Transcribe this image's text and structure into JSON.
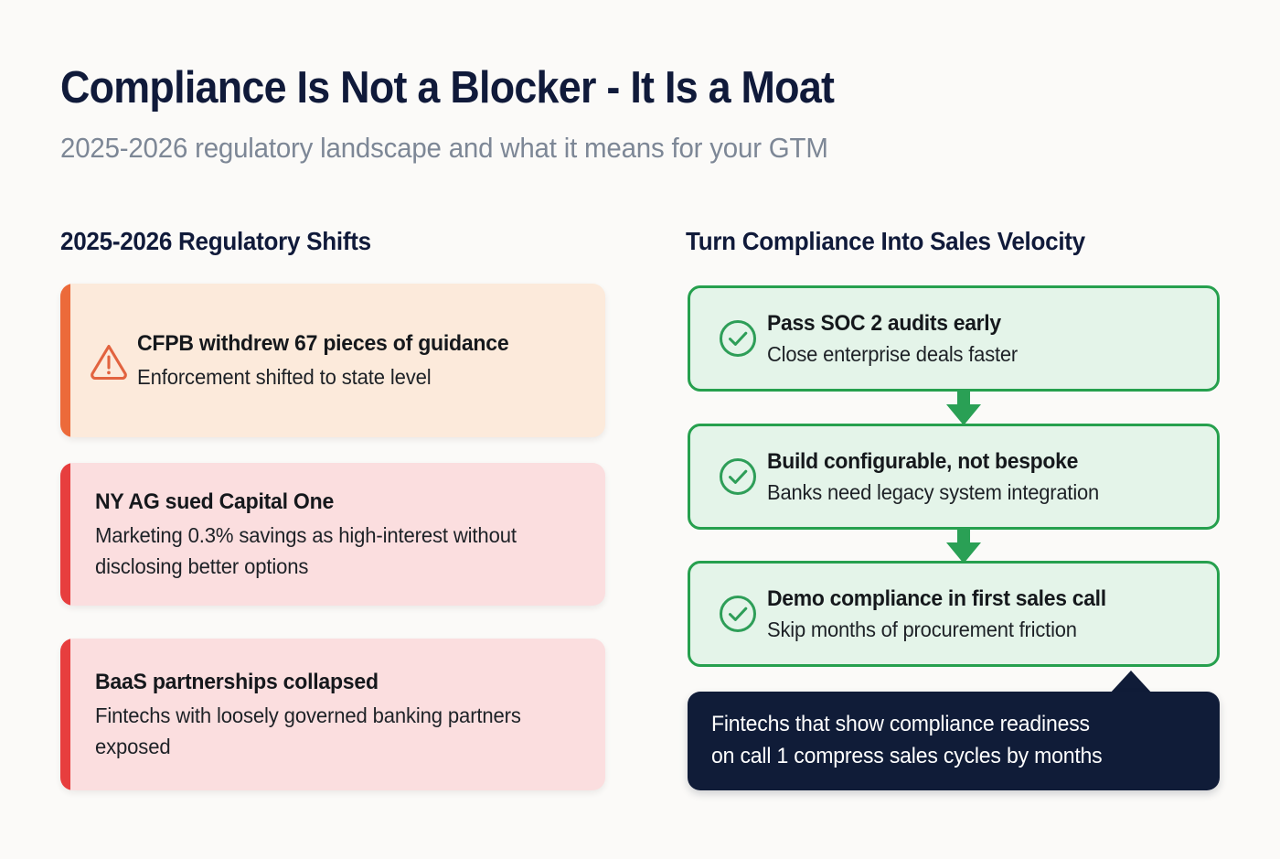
{
  "header": {
    "title": "Compliance Is Not a Blocker - It Is a Moat",
    "subtitle": "2025-2026 regulatory landscape and what it means for your GTM"
  },
  "left_column": {
    "heading": "2025-2026 Regulatory Shifts",
    "cards": [
      {
        "title": "CFPB withdrew 67 pieces of guidance",
        "description": "Enforcement shifted to state level",
        "icon": "warning-triangle-icon",
        "accent_color": "#ec6a3a",
        "background_color": "#fceadb",
        "has_icon": true
      },
      {
        "title": "NY AG sued Capital One",
        "description": "Marketing 0.3% savings as high-interest without disclosing better options",
        "icon": "",
        "accent_color": "#e73e3e",
        "background_color": "#fbdedf",
        "has_icon": false
      },
      {
        "title": "BaaS partnerships collapsed",
        "description": "Fintechs with loosely governed banking partners exposed",
        "icon": "",
        "accent_color": "#e73e3e",
        "background_color": "#fbdedf",
        "has_icon": false
      }
    ]
  },
  "right_column": {
    "heading": "Turn Compliance Into Sales Velocity",
    "cards": [
      {
        "title": "Pass SOC 2 audits early",
        "description": "Close enterprise deals faster",
        "icon": "check-circle-icon"
      },
      {
        "title": "Build configurable, not bespoke",
        "description": "Banks need legacy system integration",
        "icon": "check-circle-icon"
      },
      {
        "title": "Demo compliance in first sales call",
        "description": "Skip months of procurement friction",
        "icon": "check-circle-icon"
      }
    ],
    "arrow_icon": "arrow-down-icon",
    "callout": {
      "line1": "Fintechs that show compliance readiness",
      "line2": "on call 1 compress sales cycles by months",
      "background_color": "#101c38"
    }
  },
  "colors": {
    "page_background": "#fbfaf8",
    "title_navy": "#101a3a",
    "subtitle_gray": "#7d8796",
    "green": "#26a04e",
    "green_fill": "#e4f4e9",
    "orange": "#ec6a3a",
    "red": "#e73e3e"
  }
}
